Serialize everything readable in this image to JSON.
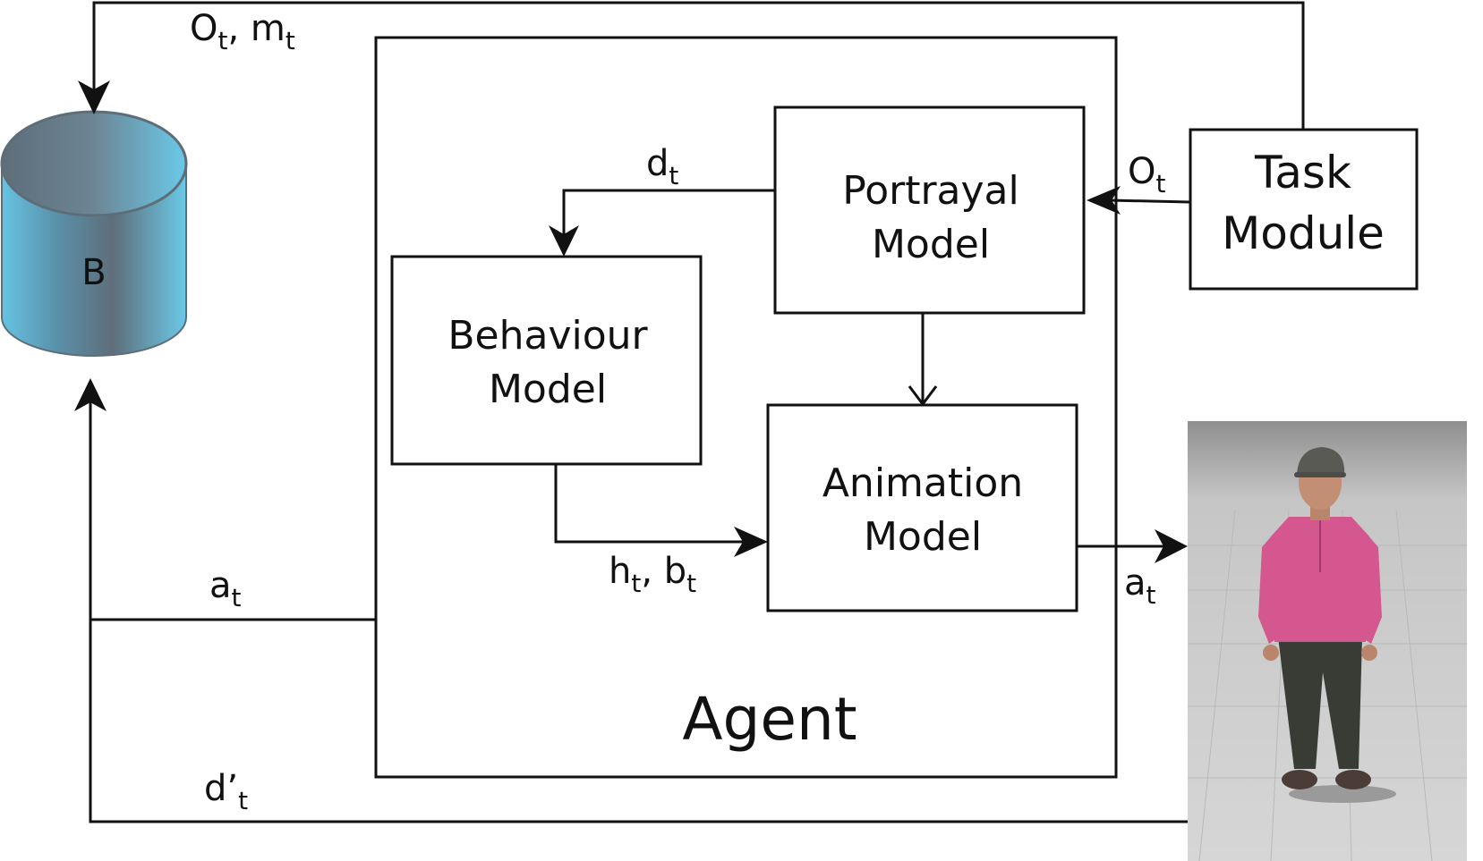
{
  "cylinder": {
    "label": "B"
  },
  "blocks": {
    "portrayal": [
      "Portrayal",
      "Model"
    ],
    "behaviour": [
      "Behaviour",
      "Model"
    ],
    "animation": [
      "Animation",
      "Model"
    ],
    "task": [
      "Task",
      "Module"
    ]
  },
  "container": {
    "label": "Agent"
  },
  "edges": {
    "top_feedback": {
      "main1": "O",
      "sub1": "t",
      "sep": ", ",
      "main2": "m",
      "sub2": "t"
    },
    "task_to_portrayal": {
      "main": "O",
      "sub": "t"
    },
    "portrayal_to_behaviour": {
      "main": "d",
      "sub": "t"
    },
    "behaviour_to_animation": {
      "main1": "h",
      "sub1": "t",
      "sep": ", ",
      "main2": "b",
      "sub2": "t"
    },
    "animation_to_avatar": {
      "main": "a",
      "sub": "t"
    },
    "agent_to_B": {
      "main": "a",
      "sub": "t"
    },
    "avatar_to_B": {
      "main": "d’",
      "sub": "t"
    }
  },
  "avatar": {
    "icon": "avatar-figure",
    "colors": {
      "shirt": "#d4578f",
      "pants": "#3a3d36",
      "cap": "#5a5a55",
      "floor": "#c8c8c8"
    }
  },
  "colors": {
    "cylinder_light": "#6cc7e6",
    "cylinder_dark": "#5f7482"
  }
}
